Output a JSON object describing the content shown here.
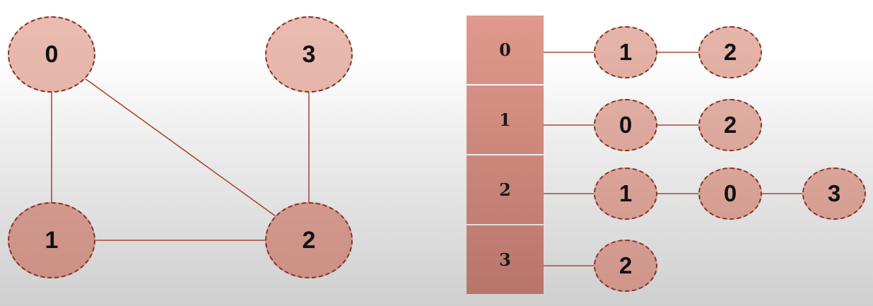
{
  "graph": {
    "nodes": [
      {
        "id": "0",
        "label": "0"
      },
      {
        "id": "1",
        "label": "1"
      },
      {
        "id": "2",
        "label": "2"
      },
      {
        "id": "3",
        "label": "3"
      }
    ],
    "edges": [
      [
        "0",
        "1"
      ],
      [
        "0",
        "2"
      ],
      [
        "1",
        "2"
      ],
      [
        "2",
        "3"
      ]
    ]
  },
  "adjacency_list": [
    {
      "vertex": "0",
      "neighbors": [
        "1",
        "2"
      ]
    },
    {
      "vertex": "1",
      "neighbors": [
        "0",
        "2"
      ]
    },
    {
      "vertex": "2",
      "neighbors": [
        "1",
        "0",
        "3"
      ]
    },
    {
      "vertex": "3",
      "neighbors": [
        "2"
      ]
    }
  ],
  "colors": {
    "node_light": "#efc3b8",
    "node_dark": "#c98b80",
    "node_border": "#7e3328",
    "edge": "#a94a3a",
    "bucket_top": "#e0998c",
    "bucket_bottom": "#b8756a"
  }
}
